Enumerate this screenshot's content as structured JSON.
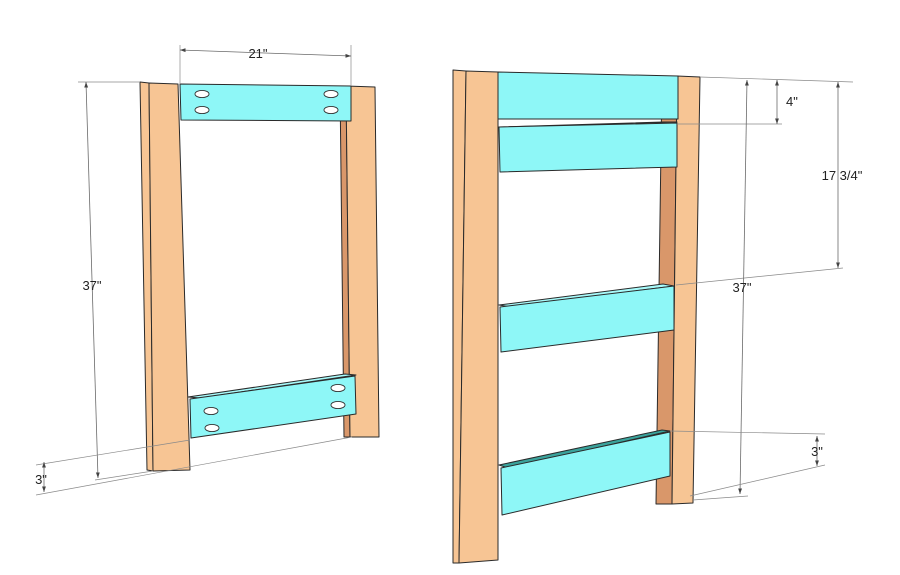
{
  "colors": {
    "leg_front": "#f7c594",
    "leg_side": "#e8a876",
    "leg_dark": "#d9976a",
    "rail_front": "#8ef7f7",
    "rail_top": "#a8fbfb",
    "rail_bottom": "#3aa39c"
  },
  "left_frame": {
    "width_label": "21\"",
    "height_label": "37\"",
    "bottom_offset_label": "3\""
  },
  "right_frame": {
    "top_gap_label": "4\"",
    "slat_span_label": "17 3/4\"",
    "height_label": "37\"",
    "bottom_offset_label": "3\""
  }
}
